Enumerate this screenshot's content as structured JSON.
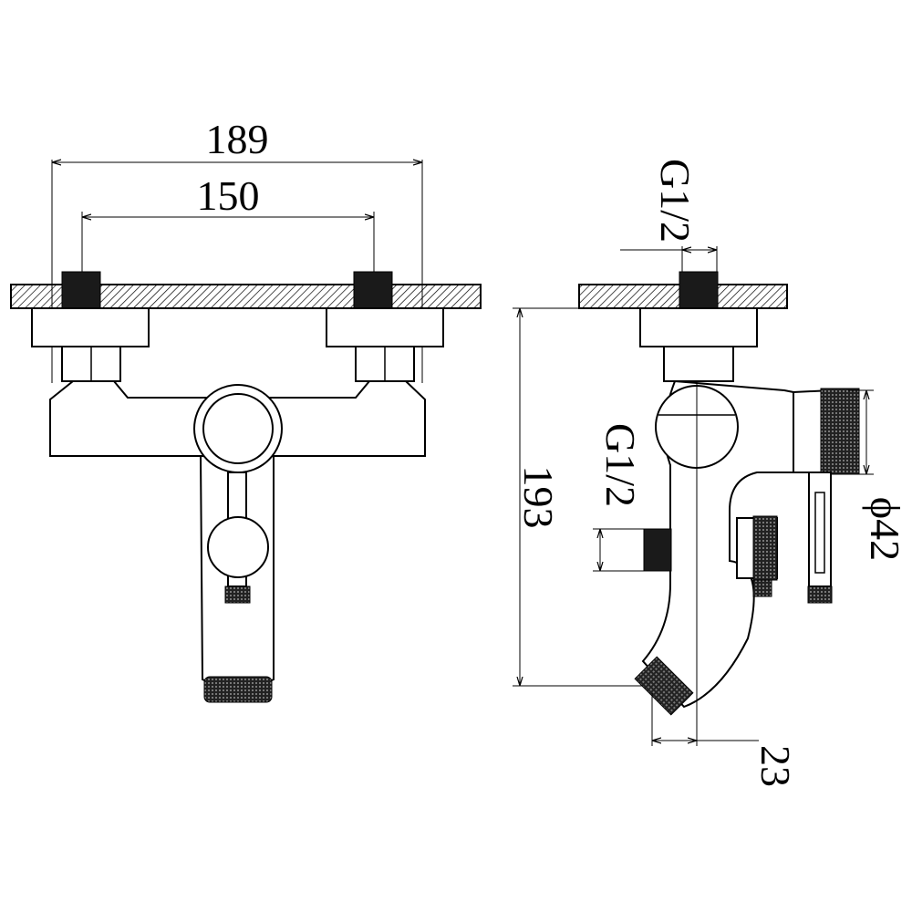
{
  "drawing": {
    "front_view": {
      "overall_width": "189",
      "inlet_spacing": "150"
    },
    "side_view": {
      "inlet_thread": "G1/2",
      "outlet_thread": "G1/2",
      "height": "193",
      "diameter": "ϕ42",
      "spout_offset": "23"
    }
  }
}
